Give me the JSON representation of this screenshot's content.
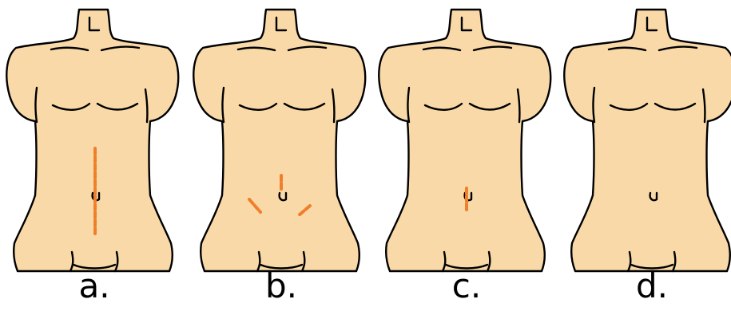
{
  "colors": {
    "skin": "#f9d9a8",
    "outline": "#000000",
    "incision": "#f07f2a",
    "background": "#ffffff"
  },
  "panels": [
    {
      "label": "a.",
      "incision_icon": "midline-laparotomy-incision"
    },
    {
      "label": "b.",
      "incision_icon": "three-port-laparoscopic-incisions"
    },
    {
      "label": "c.",
      "incision_icon": "single-umbilical-incision"
    },
    {
      "label": "d.",
      "incision_icon": "no-visible-incision"
    }
  ]
}
